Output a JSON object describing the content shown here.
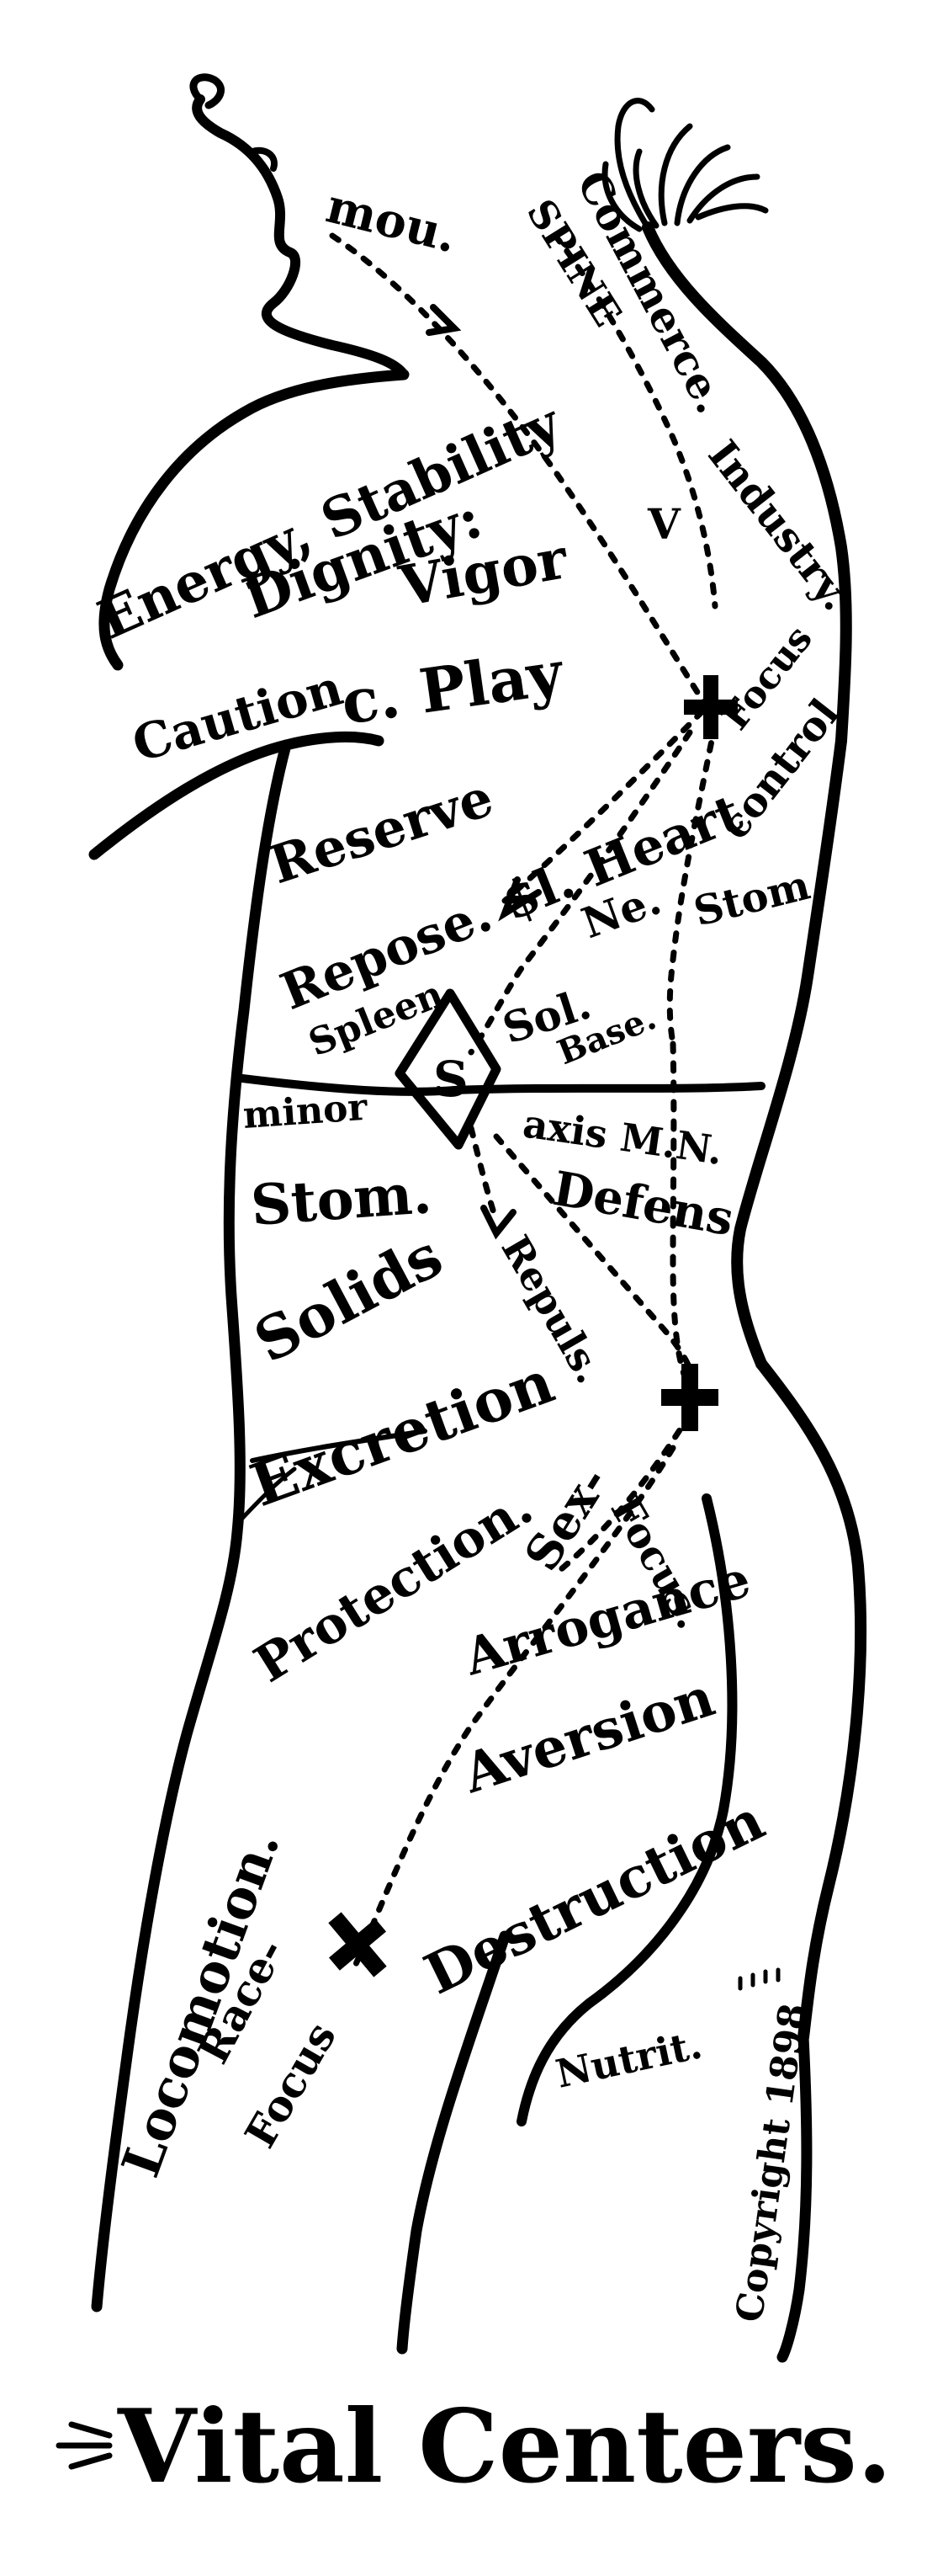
{
  "title": "Vital Centers.",
  "copyright": "Copyright 1898",
  "colors": {
    "ink": "#000000",
    "paper": "#ffffff"
  },
  "labels": {
    "mou": "mou.",
    "commerce": "Commerce.",
    "spine": "SPINE",
    "energy_stability": "Energy, Stability",
    "dignity": "Dignity:",
    "vigor": "Vigor",
    "industry": "Industry.",
    "v": "V",
    "caution": "Caution",
    "c_play": "c. Play",
    "focus_top": "Focus",
    "reserve": "Reserve",
    "control": "control",
    "sl_heart": "Repose. $l. Heart",
    "ne": "Ne.",
    "stom_upper": "Stom.",
    "spleen": "Spleen.",
    "sol": "Sol.",
    "base": "Base.",
    "s_mark": "S",
    "minor": "minor",
    "axis_mn": "axis M.N.",
    "stom_lower": "Stom.",
    "defens": "Defens.",
    "solids": "Solids",
    "repuls": "Repuls.",
    "excretion": "Excretion",
    "sex": "Sex-",
    "focus_sex": "Focus.",
    "protection": "Protection.",
    "arrogance": "Arrogance",
    "locomotion": "Locomotion.",
    "aversion": "Aversion",
    "destruction": "Destruction",
    "race": "Race-",
    "focus_race": "Focus",
    "nutrit": "Nutrit."
  }
}
